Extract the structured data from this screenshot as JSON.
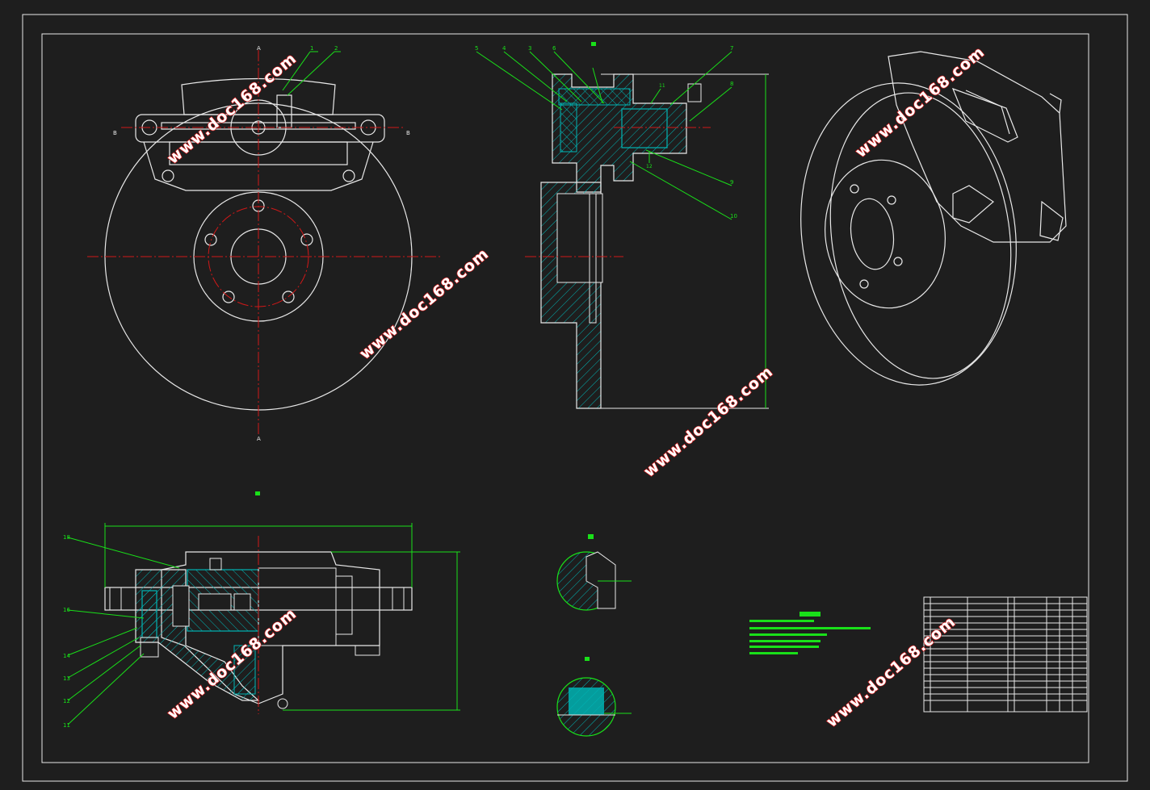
{
  "watermark_text": "www.doc168.com",
  "colors": {
    "background": "#1e1e1e",
    "outline": "#e8e8e8",
    "centerline": "#d01818",
    "dimension": "#19e019",
    "section_fill": "#00b4b4"
  },
  "labels": {
    "top_left": [
      "1",
      "2"
    ],
    "side_view": [
      "5",
      "4",
      "3",
      "6",
      "7",
      "8",
      "9",
      "10"
    ],
    "side_small": [
      "11",
      "12"
    ],
    "bottom_view": [
      "18",
      "16",
      "14",
      "13",
      "12",
      "11"
    ]
  }
}
